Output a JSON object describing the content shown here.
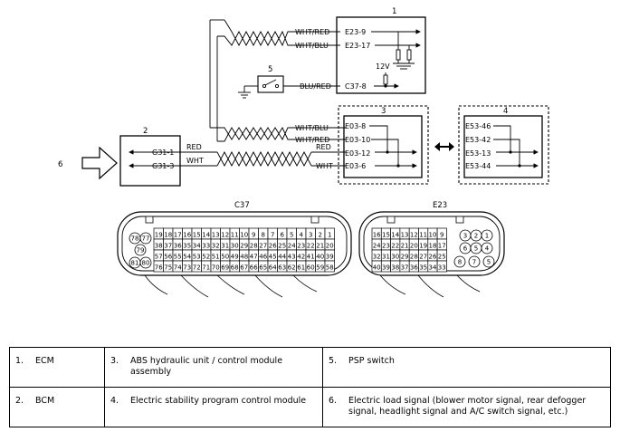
{
  "diagram": {
    "comp_numbers": [
      "1",
      "2",
      "3",
      "4",
      "5",
      "6"
    ],
    "ecm_terminals": [
      "E23-9",
      "E23-17",
      "C37-8"
    ],
    "voltage": "12V",
    "bcm_terminals": [
      "G31-1",
      "G31-3"
    ],
    "abs_terminals": [
      "E03-8",
      "E03-10",
      "E03-12",
      "E03-6"
    ],
    "esp_terminals": [
      "E53-46",
      "E53-42",
      "E53-13",
      "E53-44"
    ],
    "wires": {
      "w1": "WHT/RED",
      "w2": "WHT/BLU",
      "w3": "BLU/RED",
      "w4": "WHT/BLU",
      "w5": "WHT/RED",
      "w6": "RED",
      "w7": "WHT",
      "w8": "RED",
      "w9": "WHT"
    },
    "connector_c37": {
      "title": "C37",
      "rows": [
        [
          "19",
          "18",
          "17",
          "16",
          "15",
          "14",
          "13",
          "12",
          "11",
          "10",
          "9",
          "8",
          "7",
          "6",
          "5",
          "4",
          "3",
          "2",
          "1"
        ],
        [
          "38",
          "37",
          "36",
          "35",
          "34",
          "33",
          "32",
          "31",
          "30",
          "29",
          "28",
          "27",
          "26",
          "25",
          "24",
          "23",
          "22",
          "21",
          "20"
        ],
        [
          "57",
          "56",
          "55",
          "54",
          "53",
          "52",
          "51",
          "50",
          "49",
          "48",
          "47",
          "46",
          "45",
          "44",
          "43",
          "42",
          "41",
          "40",
          "39"
        ],
        [
          "76",
          "75",
          "74",
          "73",
          "72",
          "71",
          "70",
          "69",
          "68",
          "67",
          "66",
          "65",
          "64",
          "63",
          "62",
          "61",
          "60",
          "59",
          "58"
        ]
      ],
      "round_pins": [
        "78",
        "77",
        "79",
        "81",
        "80"
      ]
    },
    "connector_e23": {
      "title": "E23",
      "rows": [
        [
          "16",
          "15",
          "14",
          "13",
          "12",
          "11",
          "10",
          "9"
        ],
        [
          "24",
          "23",
          "22",
          "21",
          "20",
          "19",
          "18",
          "17"
        ],
        [
          "32",
          "31",
          "30",
          "29",
          "28",
          "27",
          "26",
          "25"
        ],
        [
          "40",
          "39",
          "38",
          "37",
          "36",
          "35",
          "34",
          "33"
        ]
      ],
      "round_pins": [
        "3",
        "2",
        "1",
        "6",
        "5",
        "4",
        "8",
        "7",
        "5"
      ]
    }
  },
  "legend": {
    "rows": [
      [
        {
          "num": "1.",
          "text": "ECM"
        },
        {
          "num": "3.",
          "text": "ABS hydraulic unit / control module assembly"
        },
        {
          "num": "5.",
          "text": "PSP switch"
        }
      ],
      [
        {
          "num": "2.",
          "text": "BCM"
        },
        {
          "num": "4.",
          "text": "Electric stability program control module"
        },
        {
          "num": "6.",
          "text": "Electric load signal (blower motor signal, rear defogger signal, headlight signal and A/C switch signal, etc.)"
        }
      ]
    ]
  }
}
